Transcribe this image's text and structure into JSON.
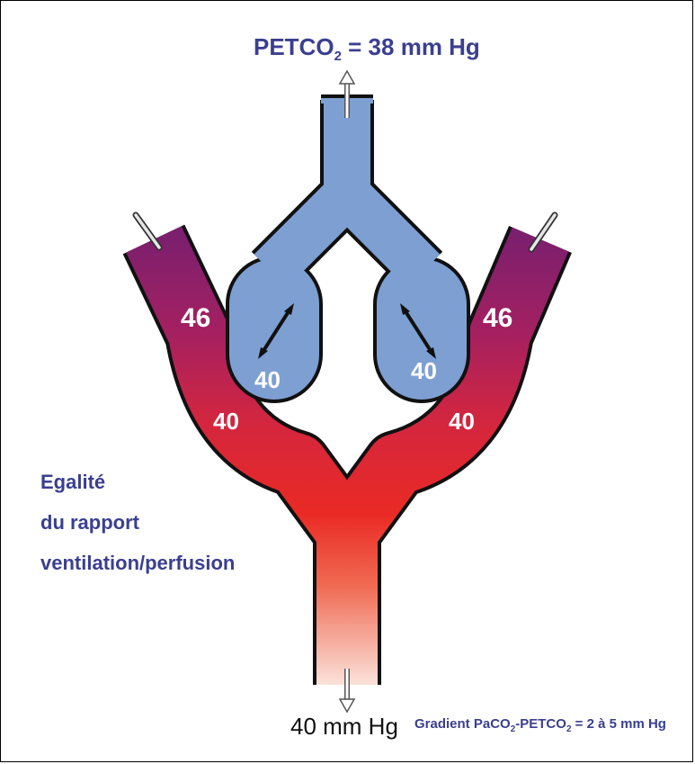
{
  "title": {
    "main": "PETCO",
    "sub": "2",
    "rest": " = 38 mm Hg"
  },
  "bottom_label": "40 mm Hg",
  "left_caption": {
    "line1": "Egalité",
    "line2": "du rapport",
    "line3": "ventilation/perfusion"
  },
  "gradient": {
    "p1": "Gradient PaCO",
    "s1": "2",
    "p2": "-PETCO",
    "s2": "2",
    "p3": " = 2 à 5 mm Hg"
  },
  "values": {
    "left_venous": "46",
    "right_venous": "46",
    "left_alveolus": "40",
    "right_alveolus": "40",
    "left_capillary": "40",
    "right_capillary": "40"
  },
  "colors": {
    "airway": "#7e9fd2",
    "venous": "#7b1f6e",
    "arterial": "#e0272c",
    "outlet": "#f7d0c4",
    "text": "#3a3f8f"
  }
}
